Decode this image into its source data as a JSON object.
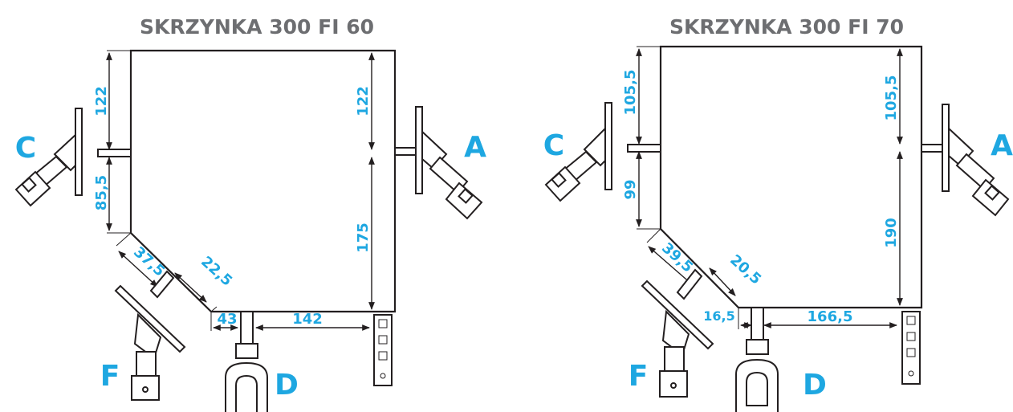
{
  "diagrams": [
    {
      "title": "SKRZYNKA 300 FI 60",
      "dims": {
        "left_top": "122",
        "left_bottom": "85,5",
        "right_top": "122",
        "right_bottom": "175",
        "diag_long": "37,5",
        "diag_short": "22,5",
        "bottom_left": "43",
        "bottom_right": "142"
      },
      "labels": {
        "a": "A",
        "c": "C",
        "d": "D",
        "f": "F"
      }
    },
    {
      "title": "SKRZYNKA 300 FI 70",
      "dims": {
        "left_top": "105,5",
        "left_bottom": "99",
        "right_top": "105,5",
        "right_bottom": "190",
        "diag_long": "39,5",
        "diag_short": "20,5",
        "bottom_left": "16,5",
        "bottom_right": "166,5"
      },
      "labels": {
        "a": "A",
        "c": "C",
        "d": "D",
        "f": "F"
      }
    }
  ],
  "colors": {
    "dimension": "#1ea7e1",
    "title": "#6d6e71",
    "line": "#231f20"
  }
}
